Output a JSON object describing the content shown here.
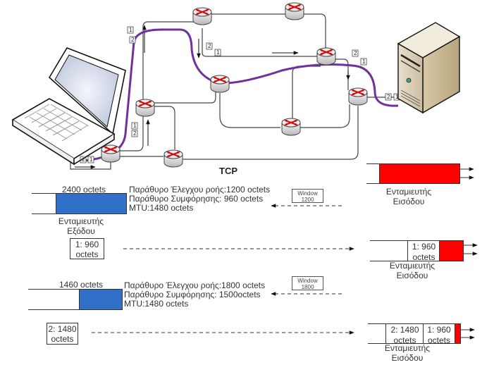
{
  "diagram": {
    "title": "TCP",
    "colors": {
      "sender_buffer": "#3070c8",
      "receiver_buffer": "#ff0000",
      "tcp_path": "#7030a0",
      "links": "#444444"
    },
    "network": {
      "nodes": [
        "laptop",
        "router-1",
        "router-2",
        "router-3",
        "router-4",
        "router-5",
        "router-6",
        "router-7",
        "router-8",
        "server"
      ],
      "segment_tags": [
        "1",
        "2"
      ]
    },
    "rows": [
      {
        "sender": {
          "buffer_label": "2400 octets",
          "buffer_name_line1": "Ενταμιευτής",
          "buffer_name_line2": "Εξόδου",
          "fill": 0.72
        },
        "info": [
          "Παράθυρο Έλεγχου ροής:1200 octets",
          "Παράθυρο Συμφόρησης: 960 octets",
          "MTU:1480 octets"
        ],
        "window_ack": {
          "line1": "Window",
          "line2": "1200"
        },
        "receiver": {
          "buffer_name_line1": "Ενταμιευτής",
          "buffer_name_line2": "Εισόδου",
          "fill": 0.86
        }
      },
      {
        "segment": {
          "line1": "1: 960",
          "line2": "octets"
        },
        "receiver": {
          "cells": [
            {
              "line1": "1: 960",
              "line2": "octets"
            }
          ],
          "buffer_name_line1": "Ενταμιευτής",
          "buffer_name_line2": "Εισόδου"
        }
      },
      {
        "sender": {
          "buffer_label": "1460 octets",
          "fill": 0.45
        },
        "info": [
          "Παράθυρο Έλεγχου ροής:1800 octets",
          "Παράθυρο Συμφόρησης: 1500octets",
          "MTU:1480 octets"
        ],
        "window_ack": {
          "line1": "Window",
          "line2": "1800"
        }
      },
      {
        "segment": {
          "line1": "2: 1480",
          "line2": "octets"
        },
        "receiver": {
          "cells": [
            {
              "line1": "2: 1480",
              "line2": "octets"
            },
            {
              "line1": "1: 960",
              "line2": "octets"
            }
          ],
          "buffer_name_line1": "Ενταμιευτής",
          "buffer_name_line2": "Εισόδου"
        }
      }
    ]
  }
}
